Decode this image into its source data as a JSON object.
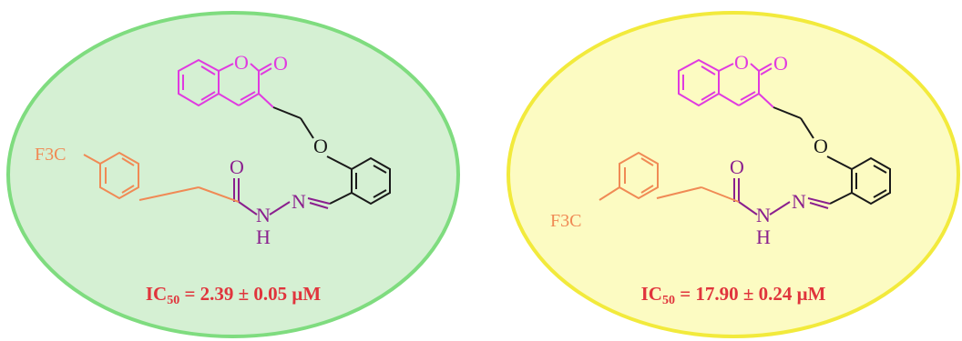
{
  "colors": {
    "left_fill": "#d5f0d3",
    "left_stroke": "#7fdc7f",
    "right_fill": "#fcfbc2",
    "right_stroke": "#f2ea3c",
    "coumarin": "#e03ae0",
    "aryl": "#f08a55",
    "hydrazone": "#8a1f8e",
    "core": "#1a1a1a",
    "ic50": "#e0343c"
  },
  "compounds": [
    {
      "substituent": "F3C",
      "oxygen_ring": "O",
      "carbonyl_o": "O",
      "ether_o": "O",
      "amide_o": "O",
      "amine_n": "N",
      "amine_h": "H",
      "imine_n": "N",
      "ic50_prefix": "IC",
      "ic50_sub": "50",
      "ic50_value": " = 2.39 ± 0.05 μM"
    },
    {
      "substituent": "F3C",
      "oxygen_ring": "O",
      "carbonyl_o": "O",
      "ether_o": "O",
      "amide_o": "O",
      "amine_n": "N",
      "amine_h": "H",
      "imine_n": "N",
      "ic50_prefix": "IC",
      "ic50_sub": "50",
      "ic50_value": " = 17.90 ± 0.24 μM"
    }
  ]
}
